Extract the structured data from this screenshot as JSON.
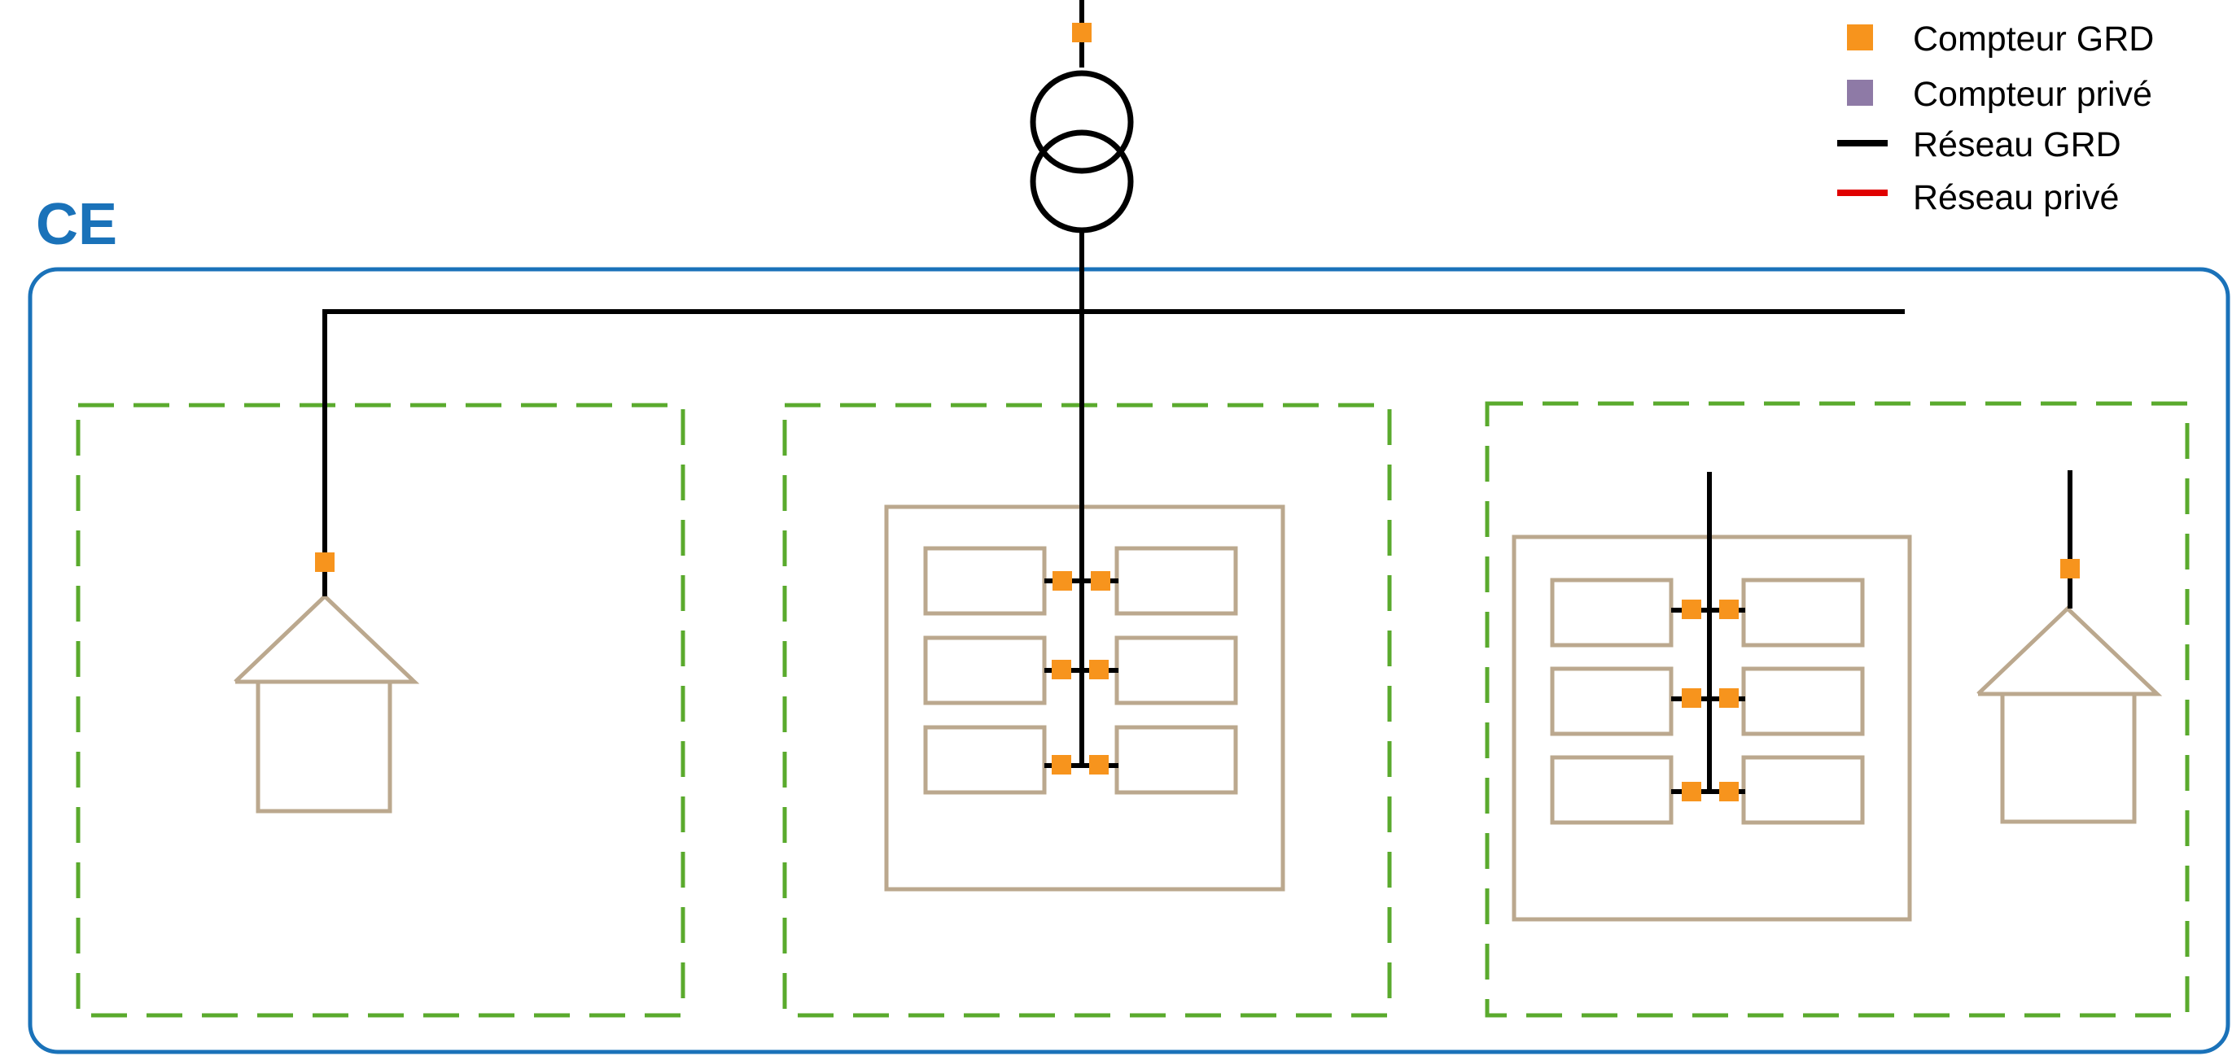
{
  "legend": {
    "items": [
      {
        "label": "Compteur GRD",
        "kind": "meter-grd"
      },
      {
        "label": "Compteur privé",
        "kind": "meter-private"
      },
      {
        "label": "Réseau GRD",
        "kind": "network-grd"
      },
      {
        "label": "Réseau privé",
        "kind": "network-private"
      }
    ]
  },
  "community": {
    "label": "CE"
  },
  "colors": {
    "community_border": "#1a72b9",
    "community_label": "#1a72b9",
    "zone_border": "#5aaa2d",
    "building": "#bba88e",
    "meter_grd": "#f7941d",
    "meter_private": "#8e7aa6",
    "network_grd": "#000000",
    "network_private": "#e00000",
    "transformer": "#000000"
  },
  "icons": [
    "transformer-icon",
    "house-icon",
    "apartment-building-icon",
    "meter-icon"
  ]
}
